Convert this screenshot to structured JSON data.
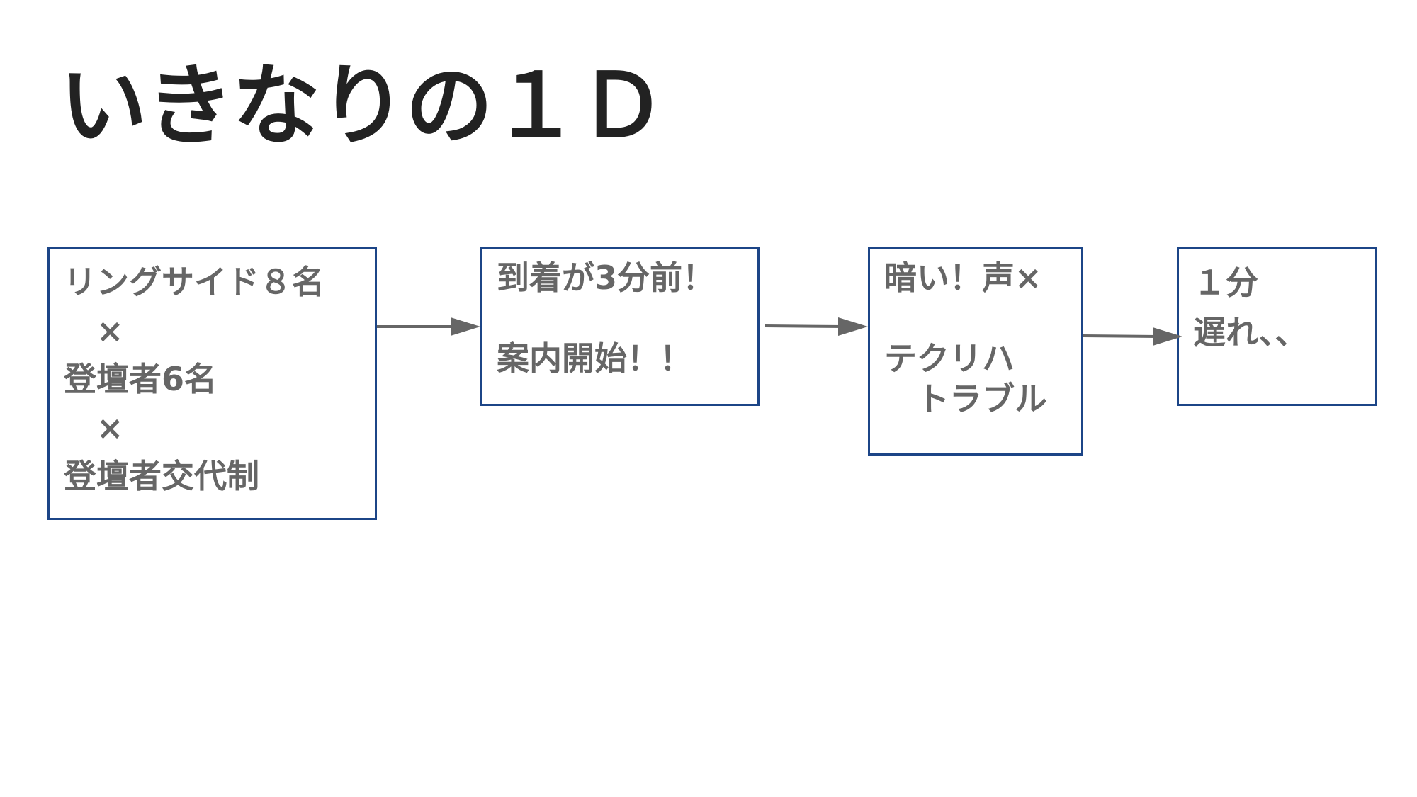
{
  "title": "いきなりの１Ｄ",
  "colors": {
    "title_text": "#222222",
    "box_border": "#1c4587",
    "box_text": "#666666",
    "arrow": "#666666",
    "background": "#ffffff"
  },
  "flow": {
    "boxes": [
      {
        "lines": [
          "リングサイド８名",
          "　×",
          "登壇者6名",
          "　×",
          "登壇者交代制"
        ]
      },
      {
        "lines": [
          "到着が3分前！",
          "",
          "案内開始！！"
        ]
      },
      {
        "lines": [
          "暗い！声×",
          "",
          "テクリハ",
          "　トラブル"
        ]
      },
      {
        "lines": [
          "１分",
          "遅れ、、"
        ]
      }
    ],
    "connectors": [
      {
        "from": 1,
        "to": 2
      },
      {
        "from": 2,
        "to": 3
      },
      {
        "from": 3,
        "to": 4
      }
    ]
  }
}
